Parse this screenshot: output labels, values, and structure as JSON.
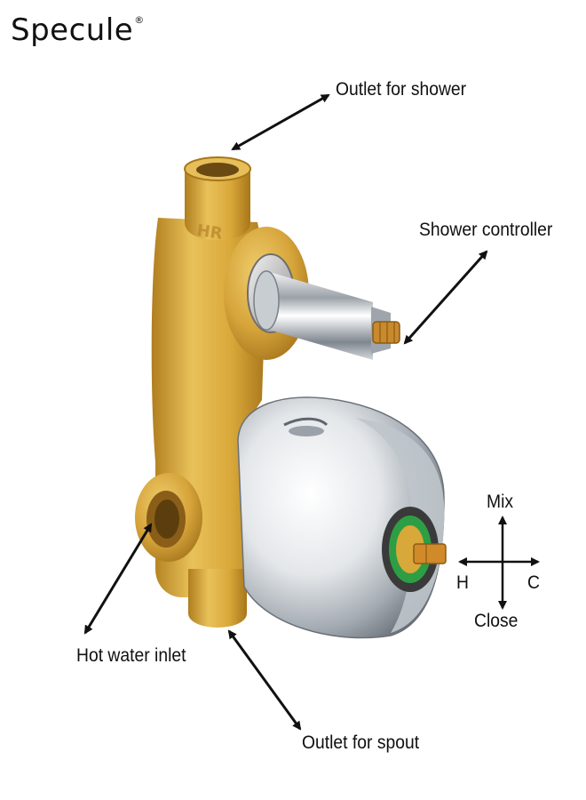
{
  "brand": {
    "name": "Specule",
    "mark": "®"
  },
  "labels": {
    "outlet_shower": "Outlet for shower",
    "shower_controller": "Shower controller",
    "hot_water_inlet": "Hot water inlet",
    "outlet_spout": "Outlet for spout"
  },
  "handle_directions": {
    "up": "Mix",
    "down": "Close",
    "left": "H",
    "right": "C"
  },
  "body_marking": "HR",
  "colors": {
    "brass": "#D9A83A",
    "chrome": "#D8DCE0",
    "text": "#111111",
    "cartridge": "#2E9E45"
  }
}
